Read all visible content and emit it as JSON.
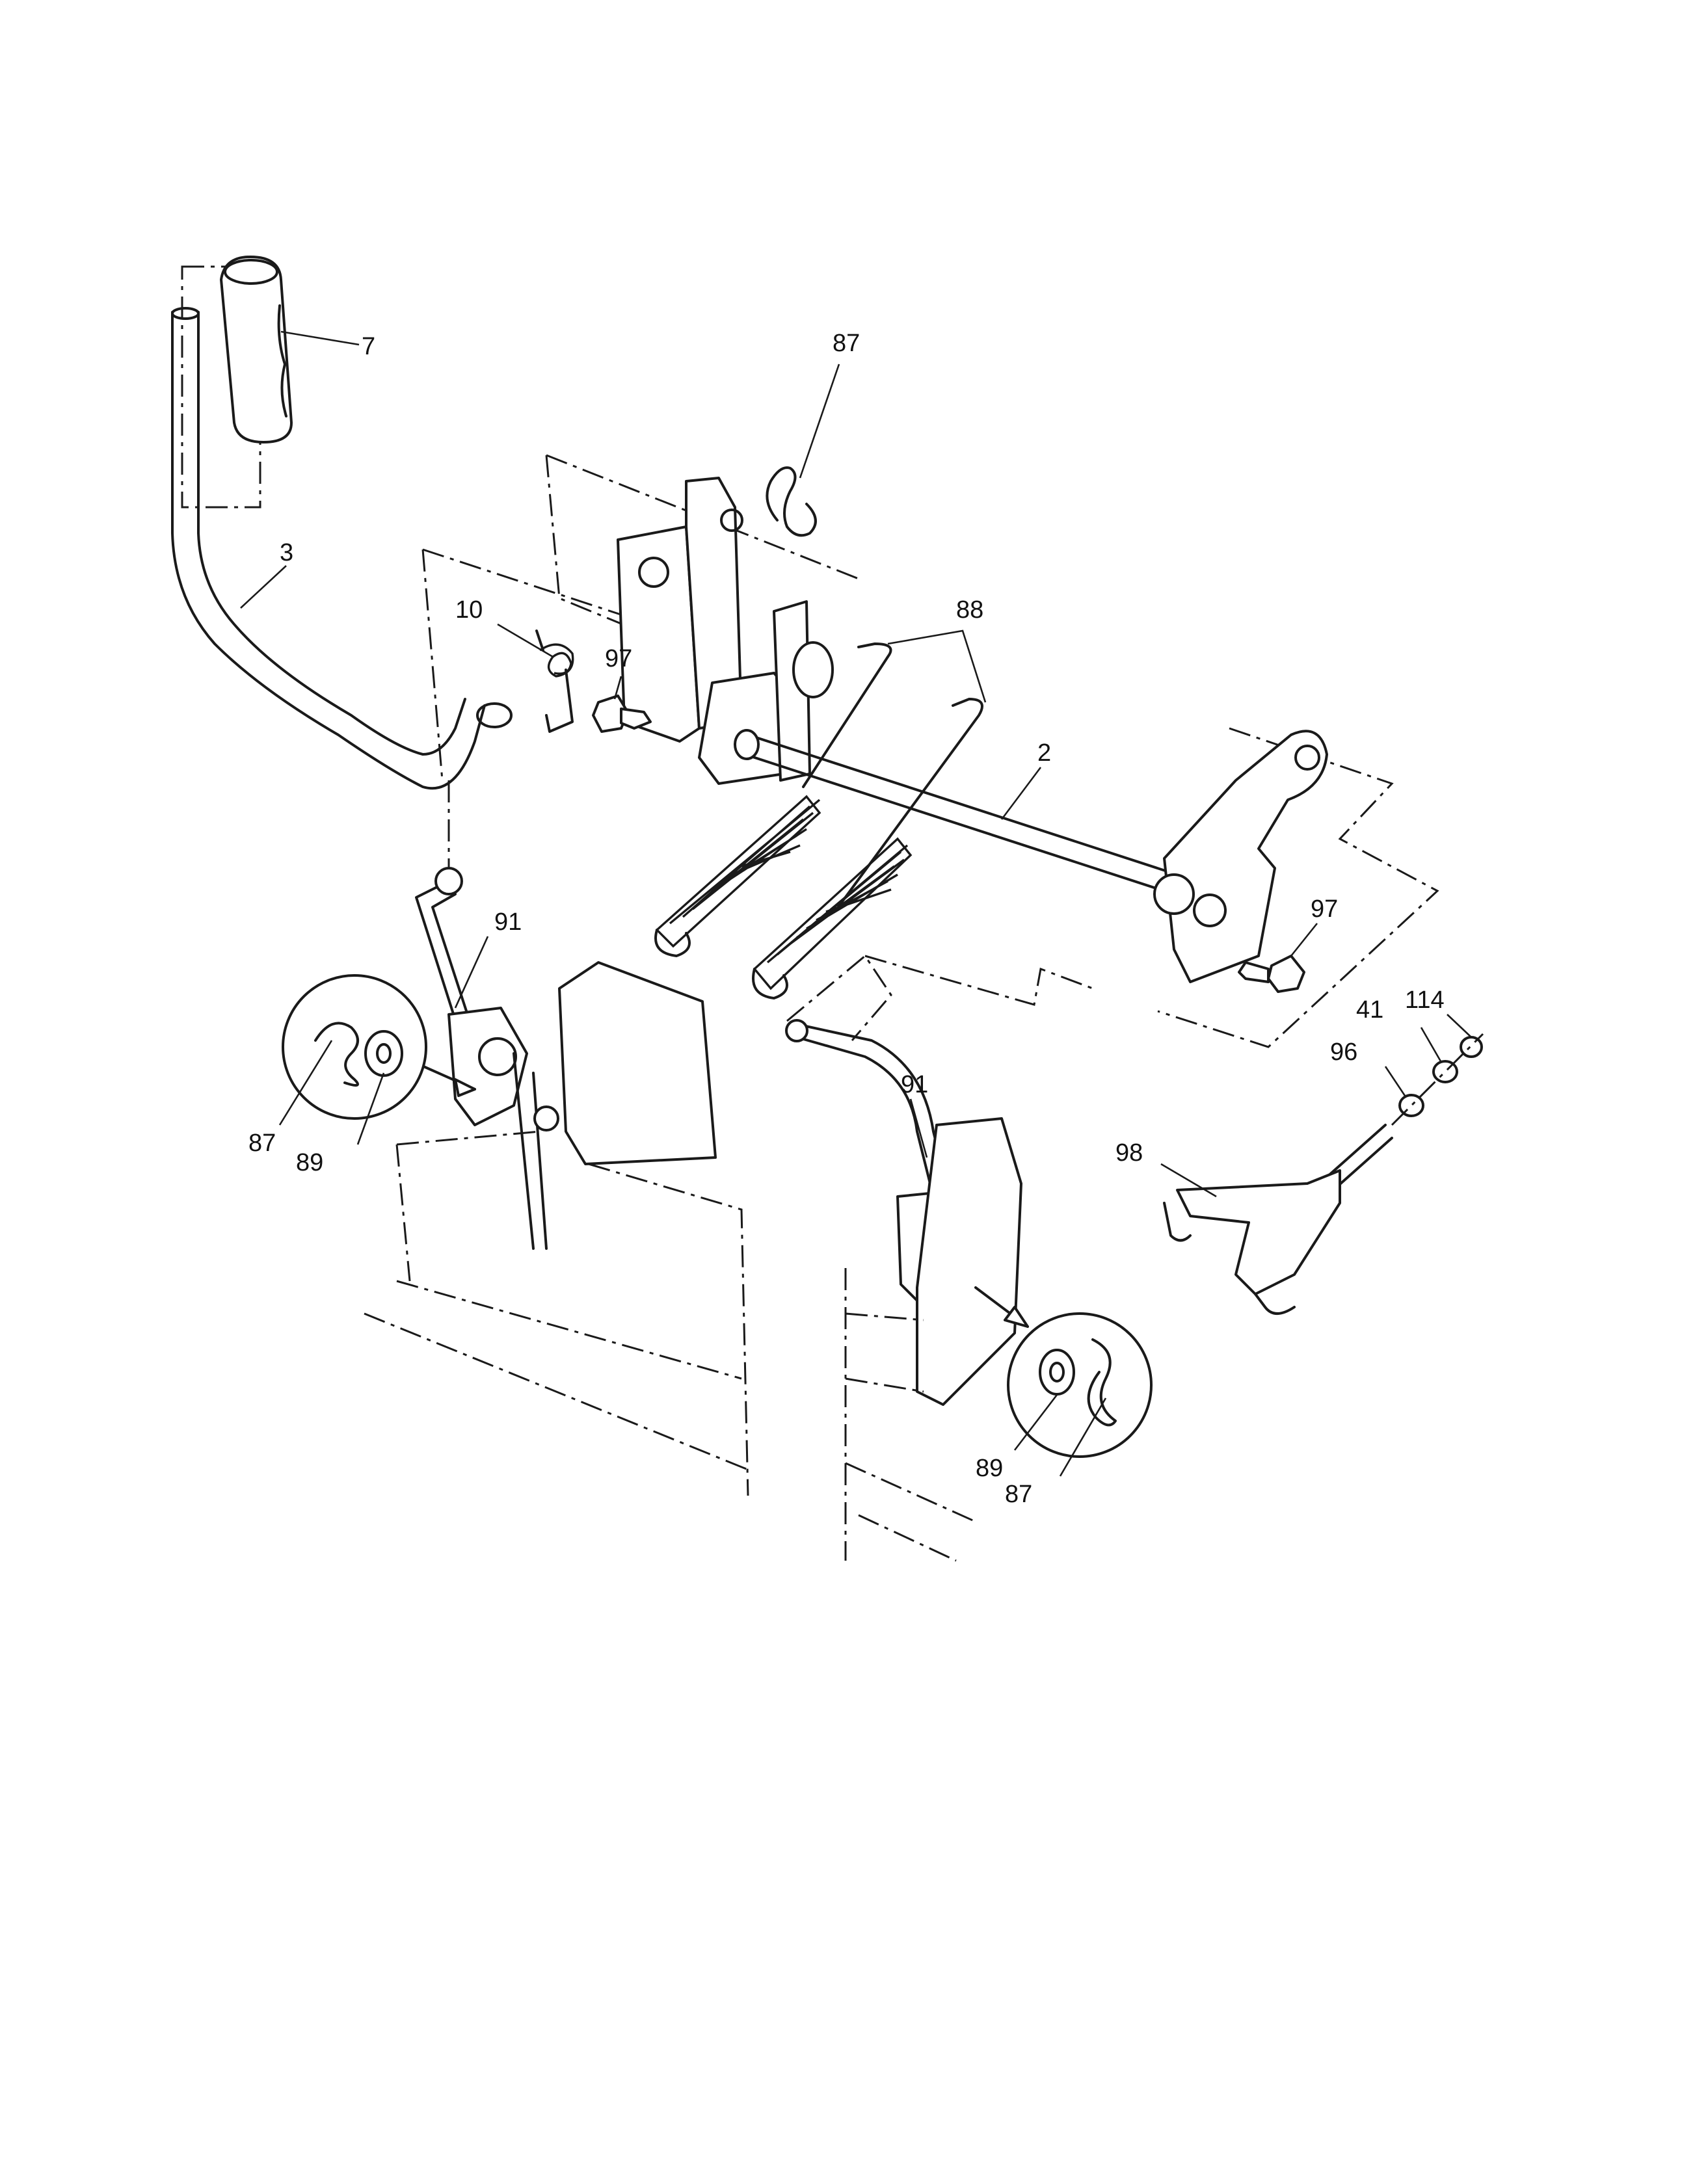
{
  "callouts": [
    {
      "id": "c7",
      "label": "7"
    },
    {
      "id": "c87a",
      "label": "87"
    },
    {
      "id": "c3",
      "label": "3"
    },
    {
      "id": "c10",
      "label": "10"
    },
    {
      "id": "c97a",
      "label": "97"
    },
    {
      "id": "c88",
      "label": "88"
    },
    {
      "id": "c2",
      "label": "2"
    },
    {
      "id": "c97b",
      "label": "97"
    },
    {
      "id": "c91a",
      "label": "91"
    },
    {
      "id": "c91b",
      "label": "91"
    },
    {
      "id": "c114",
      "label": "114"
    },
    {
      "id": "c41",
      "label": "41"
    },
    {
      "id": "c96",
      "label": "96"
    },
    {
      "id": "c98",
      "label": "98"
    },
    {
      "id": "c87b",
      "label": "87"
    },
    {
      "id": "c89a",
      "label": "89"
    },
    {
      "id": "c89b",
      "label": "89"
    },
    {
      "id": "c87c",
      "label": "87"
    }
  ]
}
